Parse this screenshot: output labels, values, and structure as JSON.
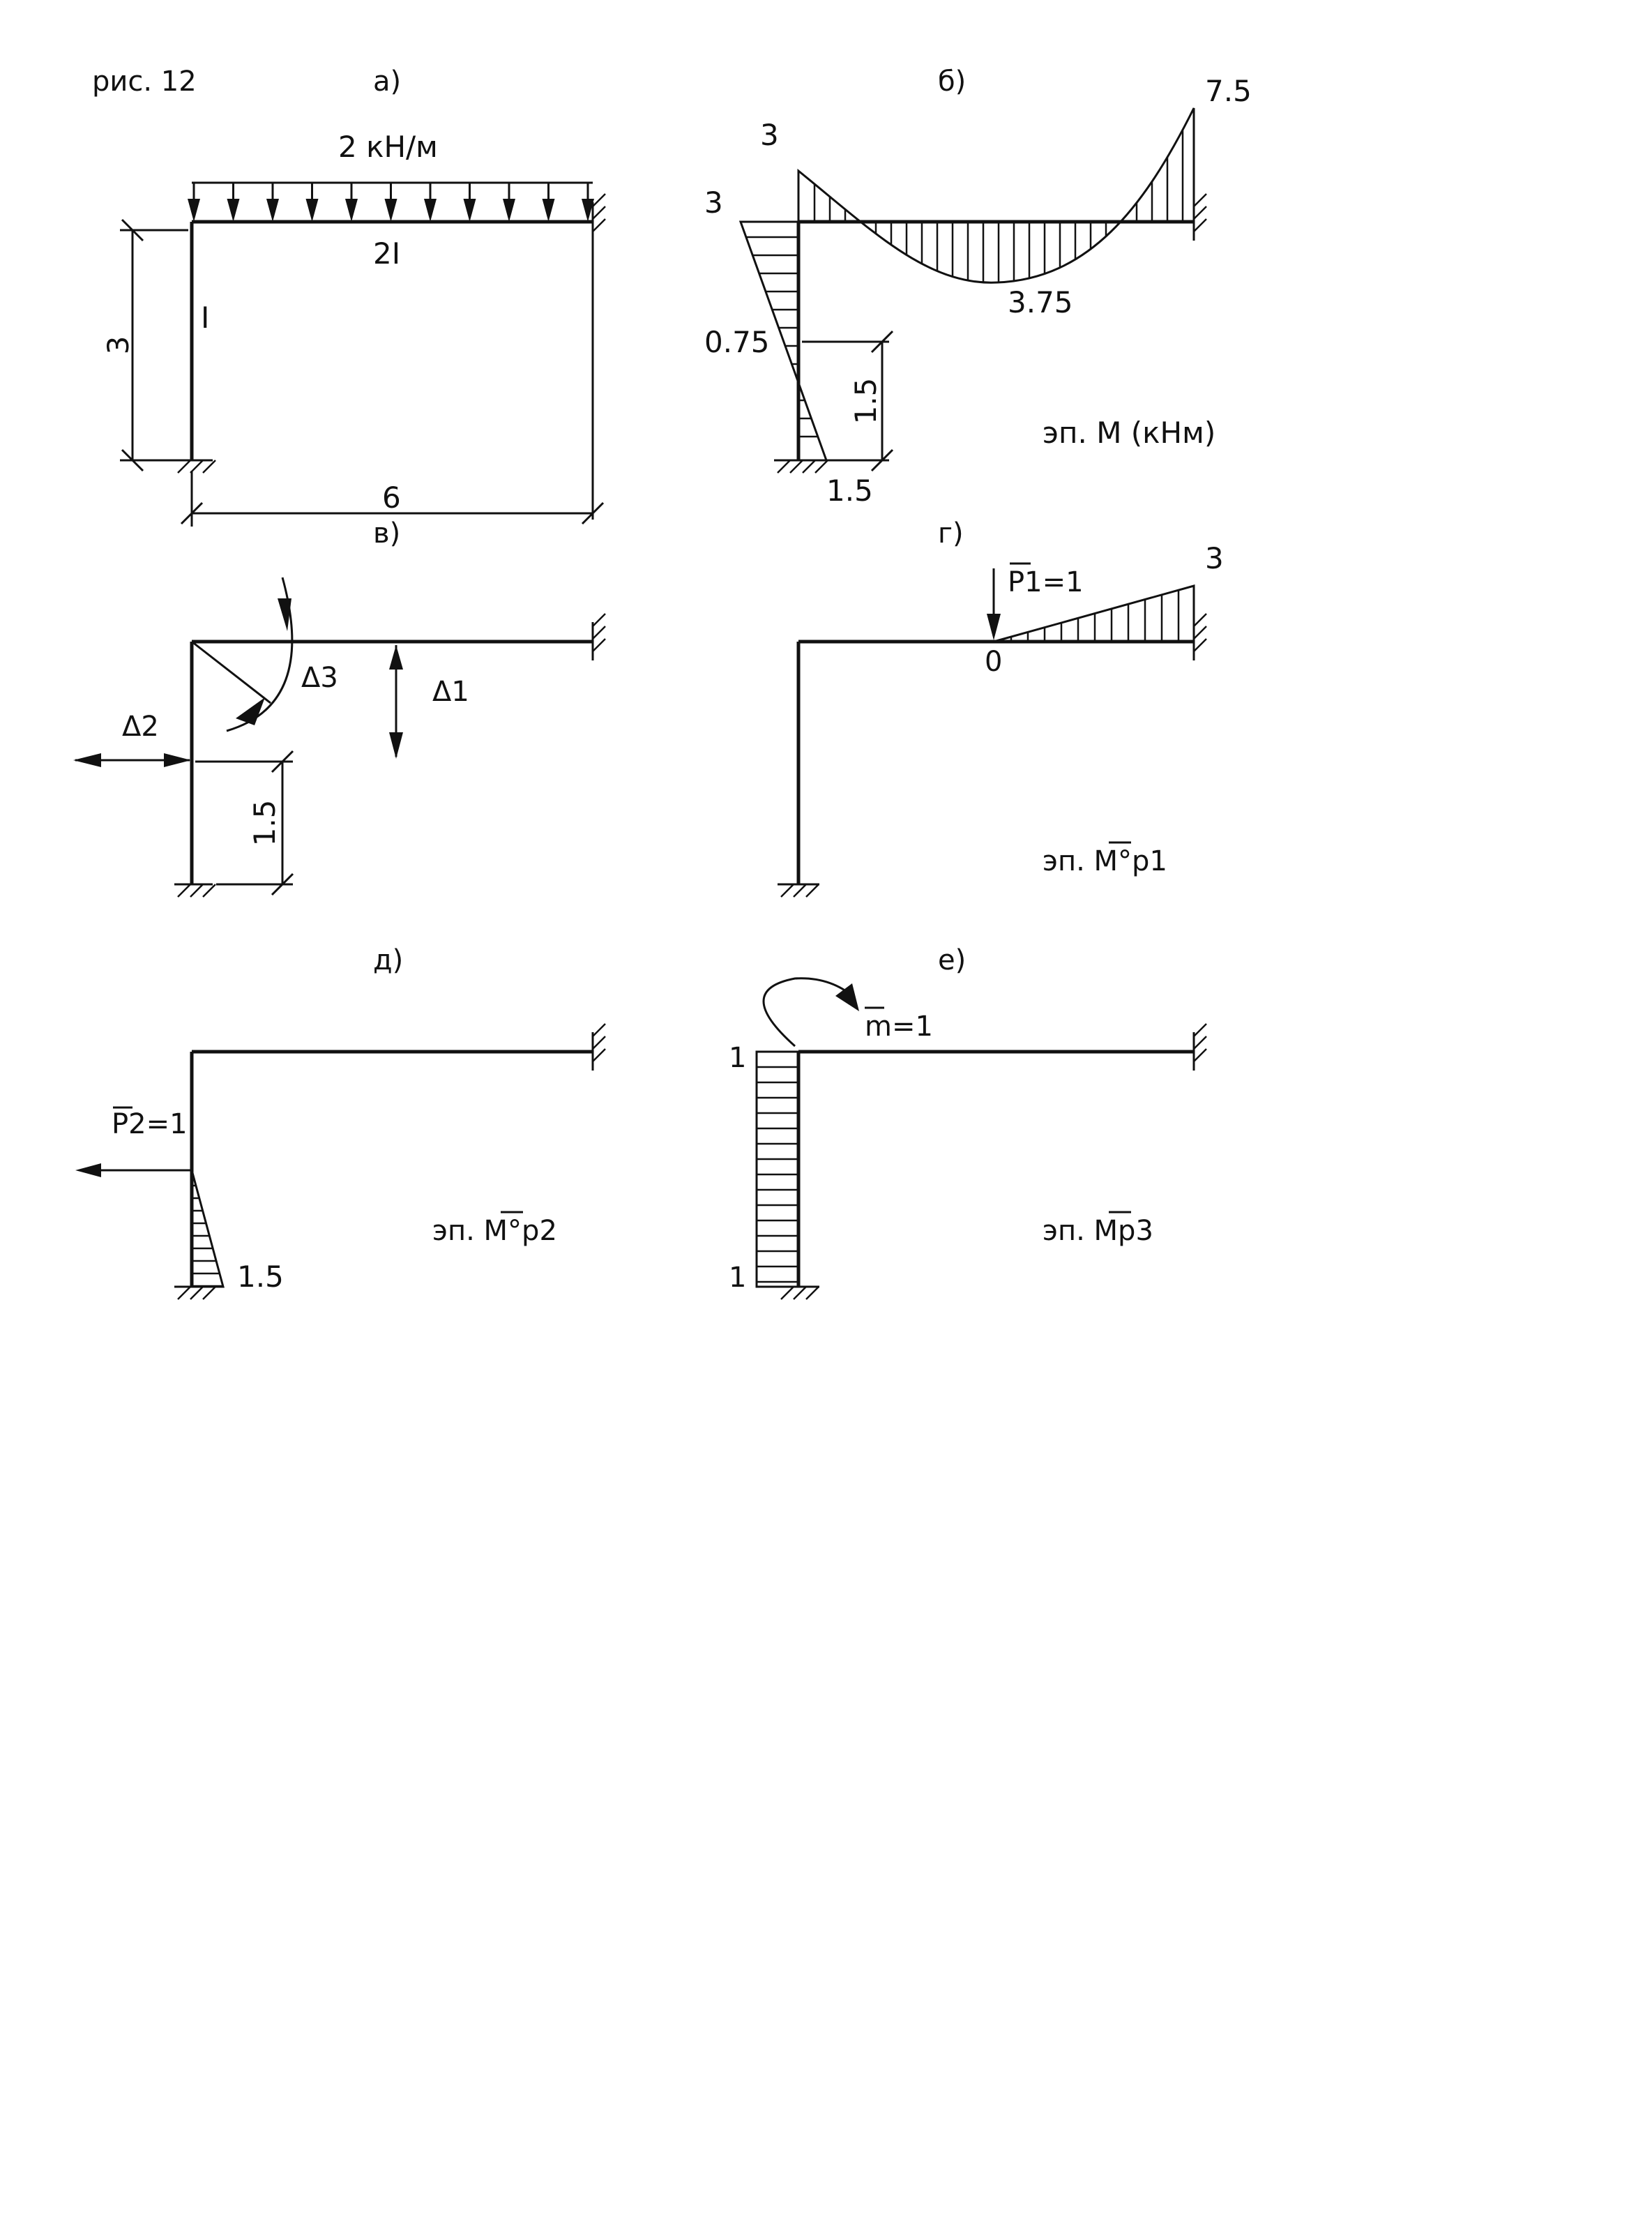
{
  "figure": {
    "caption": "рис. 12"
  },
  "panels": {
    "a": {
      "letter": "а)",
      "load_label": "2 кН/м",
      "beam_stiffness": "2I",
      "column_stiffness": "I",
      "height_dim": "3",
      "span_dim": "6"
    },
    "b": {
      "letter": "б)",
      "title": "эп. М (кНм)",
      "value_top_left": "3",
      "value_left_col": "3",
      "value_col_mid": "0.75",
      "value_col_base": "1.5",
      "value_beam_mid": "3.75",
      "value_right": "7.5",
      "dim_mid": "1.5"
    },
    "v": {
      "letter": "в)",
      "delta1": "Δ1",
      "delta2": "Δ2",
      "delta3": "Δ3",
      "dim_mid": "1.5"
    },
    "g": {
      "letter": "г)",
      "force_label": "P1=1",
      "value_zero": "0",
      "value_right": "3",
      "title": "эп. M°p1"
    },
    "d": {
      "letter": "д)",
      "force_label": "P2=1",
      "value_base": "1.5",
      "title": "эп. M°p2"
    },
    "e": {
      "letter": "е)",
      "moment_label": "m=1",
      "value_top": "1",
      "value_bottom": "1",
      "title": "эп. Mp3"
    }
  },
  "colors": {
    "ink": "#111111",
    "paper": "#ffffff"
  }
}
